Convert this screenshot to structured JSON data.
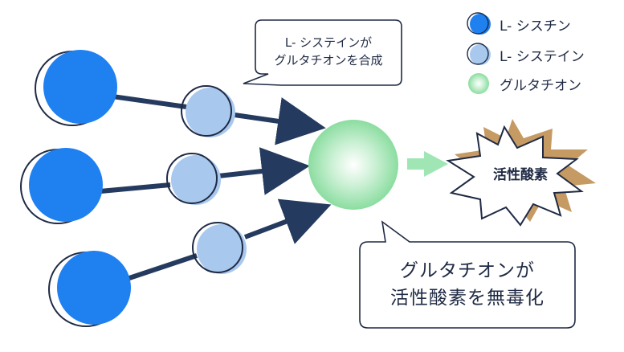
{
  "legend": {
    "items": [
      {
        "label": "L- シスチン",
        "color": "#1f80f0"
      },
      {
        "label": "L- システイン",
        "color": "#a8c8ee"
      },
      {
        "label": "グルタチオン",
        "color": "#8fe0a4"
      }
    ]
  },
  "callout_top": {
    "line1": "L- システインが",
    "line2": "グルタチオンを合成"
  },
  "target": {
    "label": "活性酸素"
  },
  "callout_bottom": {
    "line1": "グルタチオンが",
    "line2": "活性酸素を無毒化"
  },
  "colors": {
    "cystine": "#1f80f0",
    "cysteine": "#a8c8ee",
    "glutathione": "#8fe0a4",
    "arrow": "#243a5e",
    "star": "#c69a63",
    "outline": "#1f2a44"
  }
}
